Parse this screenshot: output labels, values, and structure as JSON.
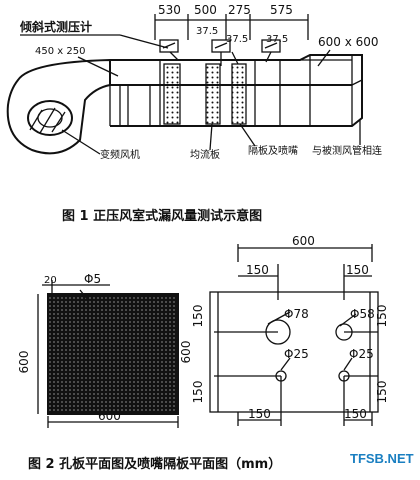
{
  "figure1": {
    "title": "倾斜式测压计",
    "top_dims": [
      "530",
      "500",
      "275",
      "575"
    ],
    "dim_37_5_a": "37.5",
    "dim_37_5_b": "37.5",
    "dim_37_5_c": "37.5",
    "duct_small": "450 x 250",
    "duct_large": "600 x 600",
    "label_fan": "变频风机",
    "label_plate": "均流板",
    "label_nozzle": "隔板及喷嘴",
    "label_pipe": "与被测风管相连",
    "caption": "图 1   正压风室式漏风量测试示意图"
  },
  "figure2": {
    "plate_top_offset": "20",
    "plate_hole": "Φ5",
    "plate_side": "600",
    "plate_bottom": "600",
    "nozzle_top": "600",
    "nozzle_top_left": "150",
    "nozzle_top_right": "150",
    "nozzle_left_upper": "150",
    "nozzle_left_lower": "150",
    "nozzle_side": "600",
    "nozzle_right_upper": "150",
    "nozzle_right_lower": "150",
    "nozzle_bottom_left": "150",
    "nozzle_bottom_right": "150",
    "hole_78": "Φ78",
    "hole_58": "Φ58",
    "hole_25_left": "Φ25",
    "hole_25_right": "Φ25",
    "caption": "图 2   孔板平面图及喷嘴隔板平面图（mm）"
  },
  "watermark": "TFSB.NET"
}
